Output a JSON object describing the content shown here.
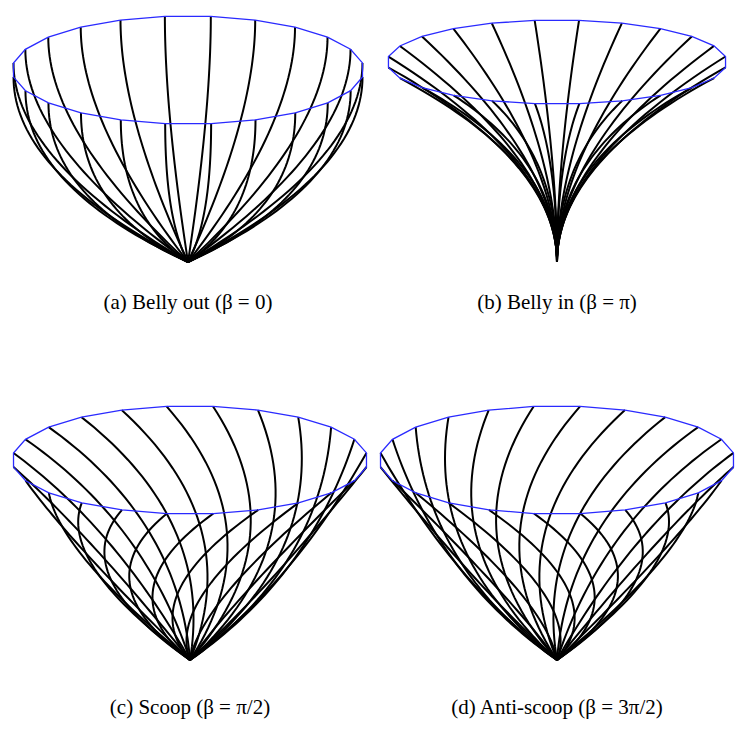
{
  "diagram": {
    "labels": [
      "(a) Belly out (β = 0)",
      "(b) Belly in (β = π)",
      "(c) Scoop (β = π/2)",
      "(d) Anti-scoop (β = 3π/2)"
    ]
  }
}
